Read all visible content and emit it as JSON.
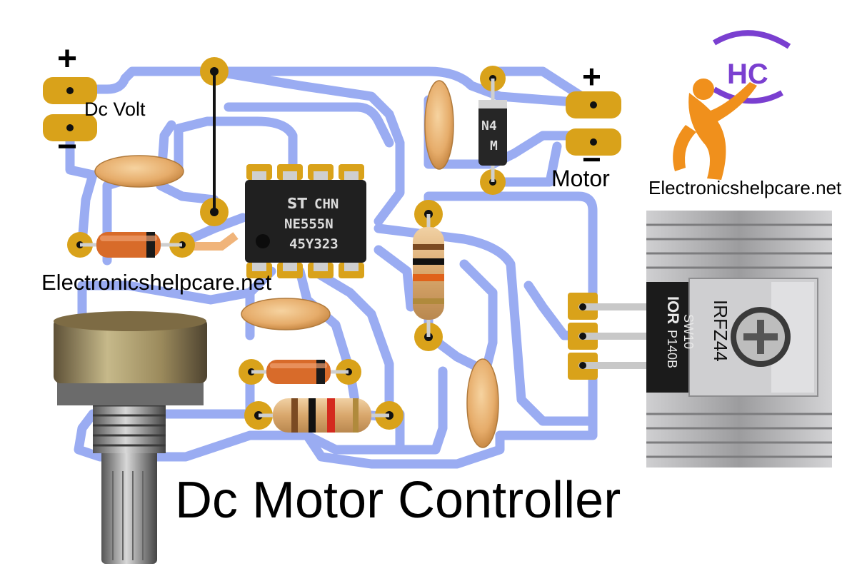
{
  "labels": {
    "dc_volt": "Dc Volt",
    "plus_in": "+",
    "minus_in": "−",
    "plus_out": "+",
    "minus_out": "−",
    "motor": "Motor",
    "site_right": "Electronicshelpcare.net",
    "site_left": "Electronicshelpcare.net",
    "title": "Dc Motor Controller"
  },
  "logo": {
    "text": "HC",
    "color": "#7a3fd0",
    "figure_color": "#f0901c"
  },
  "ic": {
    "line1": "CHN",
    "line2": "NE555N",
    "line3": "45Y323"
  },
  "diode_right": {
    "line1": "N4",
    "line2": "M"
  },
  "mosfet": {
    "part": "IRFZ44",
    "brand": "IOR",
    "code1": "P140B",
    "code2": "SW10"
  },
  "colors": {
    "trace": "#9aacf2",
    "pad": "#d9a21a",
    "heatsink": "#a9a9ab",
    "capacitor": "#e9b67a"
  }
}
